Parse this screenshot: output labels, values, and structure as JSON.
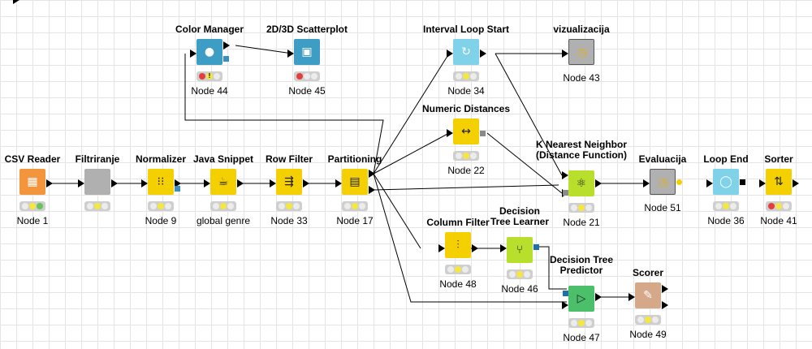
{
  "colors": {
    "traffic_red": "#e43d3d",
    "traffic_yellow": "#f5e642",
    "traffic_green": "#67c35a",
    "traffic_off": "#ececec",
    "manipulator": "#f5d000",
    "source": "#f2953c",
    "learner": "#b9df2d",
    "predictor": "#4cbf6a",
    "visualizer": "#3d9dc5",
    "loop": "#7fd2e8",
    "other": "#b0b0b0",
    "scorer": "#d4a888",
    "flow_port": "#3b8ec0",
    "model_port": "#1f6fa8",
    "dist_port": "#8a8a8a"
  },
  "nodes": [
    {
      "key": "n1",
      "title": "CSV Reader",
      "label": "Node 1",
      "icon": "table-reader-icon",
      "glyph": "▦",
      "color": "source",
      "status": [
        "off",
        "yellow",
        "green"
      ]
    },
    {
      "key": "filt",
      "title": "Filtriranje",
      "label": "",
      "icon": "metanode-icon",
      "glyph": "",
      "color": "other",
      "status": [
        "off",
        "yellow",
        "off"
      ]
    },
    {
      "key": "n9",
      "title": "Normalizer",
      "label": "Node 9",
      "icon": "normalizer-icon",
      "glyph": "⁝⁝",
      "color": "manipulator",
      "status": [
        "off",
        "yellow",
        "off"
      ]
    },
    {
      "key": "js",
      "title": "Java Snippet",
      "label": "global genre",
      "icon": "java-snippet-icon",
      "glyph": "☕",
      "color": "manipulator",
      "status": [
        "off",
        "yellow",
        "off"
      ]
    },
    {
      "key": "n33",
      "title": "Row Filter",
      "label": "Node 33",
      "icon": "row-filter-icon",
      "glyph": "⇶",
      "color": "manipulator",
      "status": [
        "off",
        "yellow",
        "off"
      ]
    },
    {
      "key": "n17",
      "title": "Partitioning",
      "label": "Node 17",
      "icon": "partitioning-icon",
      "glyph": "▤",
      "color": "manipulator",
      "status": [
        "off",
        "yellow",
        "off"
      ]
    },
    {
      "key": "n44",
      "title": "Color Manager",
      "label": "Node 44",
      "icon": "color-manager-icon",
      "glyph": "●",
      "color": "visualizer",
      "status": [
        "red",
        "warn",
        "off"
      ]
    },
    {
      "key": "n45",
      "title": "2D/3D Scatterplot",
      "label": "Node 45",
      "icon": "scatterplot-icon",
      "glyph": "▣",
      "color": "visualizer",
      "status": [
        "red",
        "off",
        "off"
      ]
    },
    {
      "key": "n34",
      "title": "Interval Loop Start",
      "label": "Node 34",
      "icon": "loop-start-icon",
      "glyph": "↻",
      "color": "loop",
      "status": [
        "off",
        "yellow",
        "off"
      ]
    },
    {
      "key": "n43",
      "title": "vizualizacija",
      "label": "Node 43",
      "icon": "metanode-clock-icon",
      "glyph": "◷",
      "color": "other",
      "status": []
    },
    {
      "key": "n22",
      "title": "Numeric Distances",
      "label": "Node 22",
      "icon": "numeric-distances-icon",
      "glyph": "↔",
      "color": "manipulator",
      "status": [
        "off",
        "yellow",
        "off"
      ]
    },
    {
      "key": "n21",
      "title": [
        "K Nearest Neighbor",
        "(Distance Function)"
      ],
      "label": "Node 21",
      "icon": "knn-icon",
      "glyph": "⚛",
      "color": "learner",
      "status": [
        "off",
        "yellow",
        "off"
      ]
    },
    {
      "key": "n51",
      "title": "Evaluacija",
      "label": "Node 51",
      "icon": "metanode-clock-icon",
      "glyph": "◷",
      "color": "other",
      "status": []
    },
    {
      "key": "n36",
      "title": "Loop End",
      "label": "Node 36",
      "icon": "loop-end-icon",
      "glyph": "◯",
      "color": "loop",
      "status": [
        "off",
        "yellow",
        "off"
      ]
    },
    {
      "key": "n41",
      "title": "Sorter",
      "label": "Node 41",
      "icon": "sorter-icon",
      "glyph": "⇅",
      "color": "manipulator",
      "status": [
        "red",
        "yellow",
        "off"
      ]
    },
    {
      "key": "n48",
      "title": "Column Filter",
      "label": "Node 48",
      "icon": "column-filter-icon",
      "glyph": "⫶",
      "color": "manipulator",
      "status": [
        "off",
        "yellow",
        "off"
      ]
    },
    {
      "key": "n46",
      "title": [
        "Decision",
        "Tree Learner"
      ],
      "label": "Node 46",
      "icon": "tree-learner-icon",
      "glyph": "⑂",
      "color": "learner",
      "status": [
        "off",
        "yellow",
        "off"
      ]
    },
    {
      "key": "n47",
      "title": [
        "Decision Tree",
        "Predictor"
      ],
      "label": "Node 47",
      "icon": "tree-predictor-icon",
      "glyph": "▷",
      "color": "predictor",
      "status": [
        "off",
        "yellow",
        "off"
      ]
    },
    {
      "key": "n49",
      "title": "Scorer",
      "label": "Node 49",
      "icon": "scorer-icon",
      "glyph": "✎",
      "color": "scorer",
      "status": [
        "off",
        "yellow",
        "off"
      ]
    }
  ]
}
